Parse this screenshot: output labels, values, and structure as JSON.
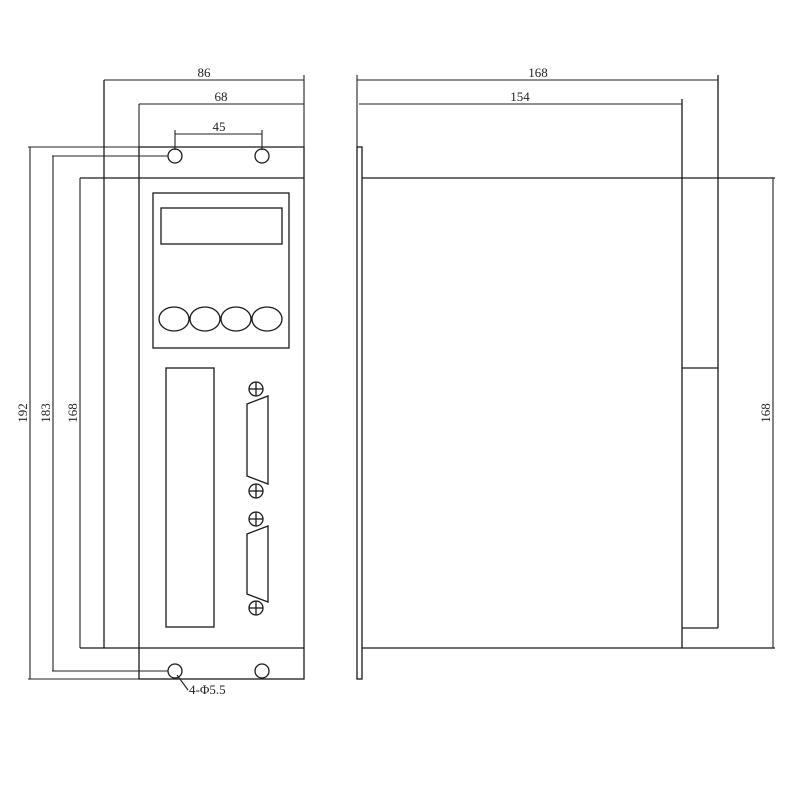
{
  "drawing": {
    "front_view": {
      "dimensions": {
        "overall_width": "86",
        "body_width": "68",
        "hole_spacing": "45",
        "overall_height": "192",
        "hole_height": "183",
        "body_height": "168"
      },
      "hole_callout": "4-Φ5.5",
      "keypad_buttons": 4,
      "connectors": 2
    },
    "side_view": {
      "dimensions": {
        "overall_depth": "168",
        "body_depth": "154",
        "height": "168"
      }
    }
  }
}
